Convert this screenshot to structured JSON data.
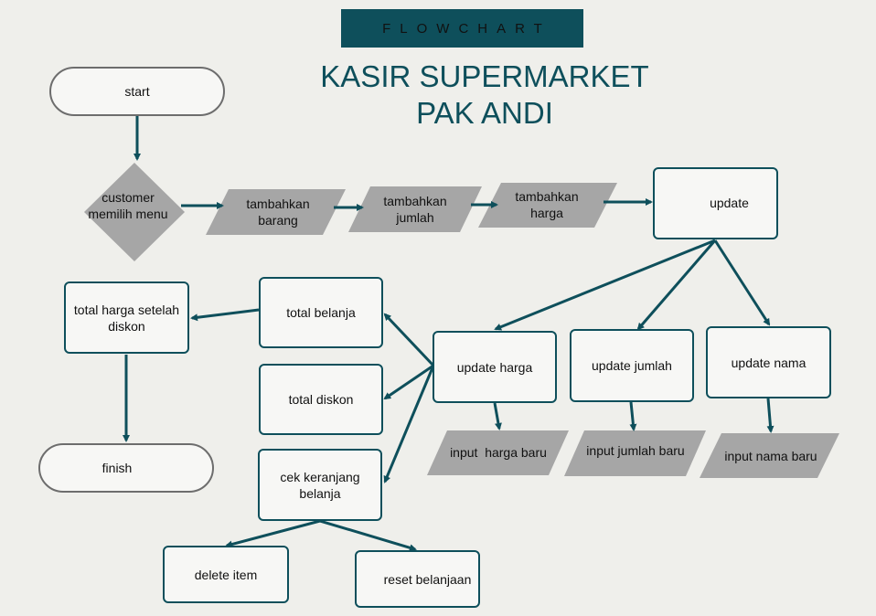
{
  "colors": {
    "accent": "#0e4f5b",
    "banner_bg": "#0e4f5b",
    "banner_text": "#111111",
    "title": "#0e4f5b",
    "connector": "#0e4f5b",
    "data_shape": "#a6a6a6",
    "terminal_border": "#6d6d6d",
    "background": "#efefeb"
  },
  "header": {
    "banner": "FLOWCHART",
    "title": "KASIR SUPERMARKET\nPAK ANDI"
  },
  "nodes": {
    "start": "start",
    "decision": "customer\nmemilih menu",
    "tambah_barang": "tambahkan\nbarang",
    "tambah_jumlah": "tambahkan\njumlah",
    "tambah_harga": "tambahkan\nharga",
    "update": "update",
    "update_harga": "update harga",
    "update_jumlah": "update jumlah",
    "update_nama": "update nama",
    "input_harga": "input  harga baru",
    "input_jumlah": "input jumlah baru",
    "input_nama": "input nama baru",
    "total_belanja": "total belanja",
    "total_diskon": "total diskon",
    "cek_keranjang": "cek keranjang\nbelanja",
    "total_harga": "total harga setelah\ndiskon",
    "finish": "finish",
    "delete_item": "delete item",
    "reset_belanjaan": "reset belanjaan"
  }
}
